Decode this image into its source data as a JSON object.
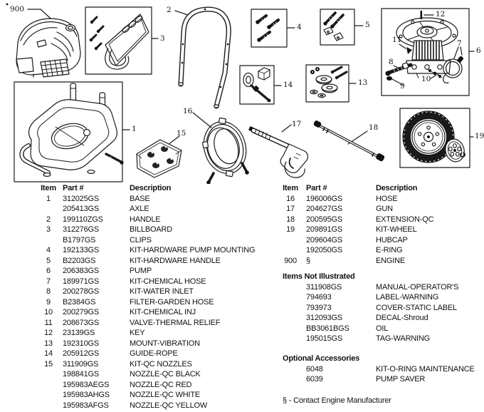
{
  "diagram": {
    "callouts": {
      "engine": "900",
      "base": "1",
      "handle": "2",
      "billboard": "3",
      "hw_pump": "4",
      "hw_handle": "5",
      "pump": "6",
      "chem_hose": "7",
      "water_inlet": "8",
      "filter": "9",
      "chem_inj": "10",
      "thermal": "11",
      "key": "12",
      "vib_mount": "13",
      "rope_guide": "14",
      "nozzles": "15",
      "hose": "16",
      "gun": "17",
      "extension": "18",
      "wheel": "19"
    }
  },
  "tables": {
    "headers": {
      "item": "Item",
      "part": "Part #",
      "desc": "Description"
    },
    "left": {
      "rows": [
        {
          "item": "1",
          "part": "312025GS",
          "desc": "BASE"
        },
        {
          "item": "",
          "part": "205413GS",
          "desc": "AXLE"
        },
        {
          "item": "2",
          "part": "199110ZGS",
          "desc": "HANDLE"
        },
        {
          "item": "3",
          "part": "312276GS",
          "desc": "BILLBOARD"
        },
        {
          "item": "",
          "part": "B1797GS",
          "desc": "CLIPS"
        },
        {
          "item": "4",
          "part": "192133GS",
          "desc": "KIT-HARDWARE PUMP MOUNTING"
        },
        {
          "item": "5",
          "part": "B2203GS",
          "desc": "KIT-HARDWARE HANDLE"
        },
        {
          "item": "6",
          "part": "206383GS",
          "desc": "PUMP"
        },
        {
          "item": "7",
          "part": "189971GS",
          "desc": "KIT-CHEMICAL HOSE"
        },
        {
          "item": "8",
          "part": "200278GS",
          "desc": "KIT-WATER INLET"
        },
        {
          "item": "9",
          "part": "B2384GS",
          "desc": "FILTER-GARDEN HOSE"
        },
        {
          "item": "10",
          "part": "200279GS",
          "desc": "KIT-CHEMICAL INJ"
        },
        {
          "item": "11",
          "part": "208673GS",
          "desc": "VALVE-THERMAL RELIEF"
        },
        {
          "item": "12",
          "part": "23139GS",
          "desc": "KEY"
        },
        {
          "item": "13",
          "part": "192310GS",
          "desc": "MOUNT-VIBRATION"
        },
        {
          "item": "14",
          "part": "205912GS",
          "desc": "GUIDE-ROPE"
        },
        {
          "item": "15",
          "part": "311909GS",
          "desc": "KIT-QC NOZZLES"
        },
        {
          "item": "",
          "part": "198841GS",
          "desc": "NOZZLE-QC BLACK"
        },
        {
          "item": "",
          "part": "195983AEGS",
          "desc": "NOZZLE-QC RED"
        },
        {
          "item": "",
          "part": "195983AHGS",
          "desc": "NOZZLE-QC WHITE"
        },
        {
          "item": "",
          "part": "195983AFGS",
          "desc": "NOZZLE-QC YELLOW"
        }
      ]
    },
    "right": {
      "rows": [
        {
          "item": "16",
          "part": "196006GS",
          "desc": "HOSE"
        },
        {
          "item": "17",
          "part": "204627GS",
          "desc": "GUN"
        },
        {
          "item": "18",
          "part": "200595GS",
          "desc": "EXTENSION-QC"
        },
        {
          "item": "19",
          "part": "209891GS",
          "desc": "KIT-WHEEL"
        },
        {
          "item": "",
          "part": "209604GS",
          "desc": "HUBCAP"
        },
        {
          "item": "",
          "part": "192050GS",
          "desc": "E-RING"
        },
        {
          "item": "900",
          "part": "§",
          "desc": "ENGINE"
        }
      ],
      "not_illustrated": {
        "title": "Items Not Illustrated",
        "rows": [
          {
            "part": "311908GS",
            "desc": "MANUAL-OPERATOR'S"
          },
          {
            "part": "794693",
            "desc": "LABEL-WARNING"
          },
          {
            "part": "793973",
            "desc": "COVER-STATIC LABEL"
          },
          {
            "part": "312093GS",
            "desc": "DECAL-Shroud"
          },
          {
            "part": "BB3061BGS",
            "desc": "OIL"
          },
          {
            "part": "195015GS",
            "desc": "TAG-WARNING"
          }
        ]
      },
      "optional": {
        "title": "Optional Accessories",
        "rows": [
          {
            "part": "6048",
            "desc": "KIT-O-RING MAINTENANCE"
          },
          {
            "part": "6039",
            "desc": "PUMP SAVER"
          }
        ]
      },
      "footnote": "§ - Contact Engine Manufacturer"
    }
  }
}
